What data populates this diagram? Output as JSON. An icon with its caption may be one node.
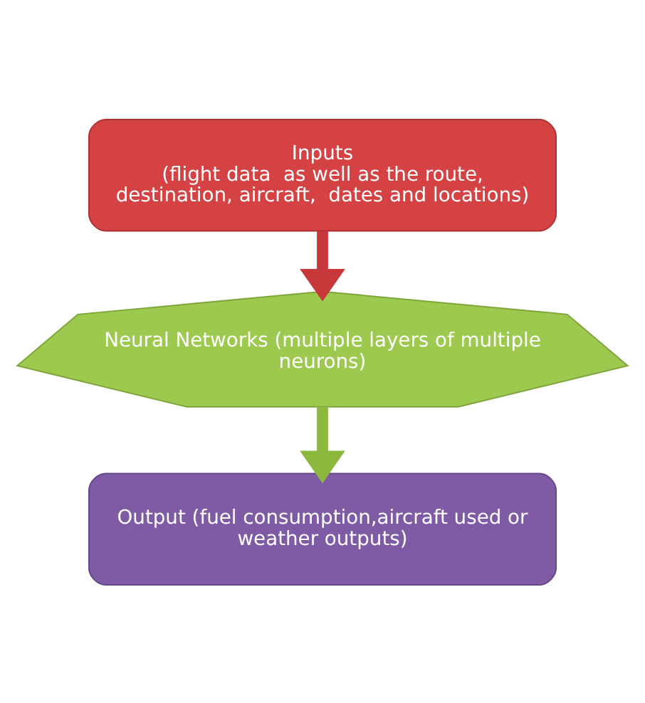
{
  "diagram": {
    "nodes": [
      {
        "text": [
          "Inputs",
          "(flight data  as well as the route, destination, aircraft,  dates and locations)"
        ]
      },
      {
        "text": [
          "Neural Networks (multiple layers of multiple neurons)"
        ]
      },
      {
        "text": [
          "Output (fuel consumption,aircraft used or weather outputs)"
        ]
      }
    ],
    "edges": [
      {
        "from": 0,
        "to": 1,
        "arrow": "to",
        "color": "#c8383a"
      },
      {
        "from": 1,
        "to": 2,
        "arrow": "to",
        "color": "#8cb83e"
      }
    ]
  }
}
